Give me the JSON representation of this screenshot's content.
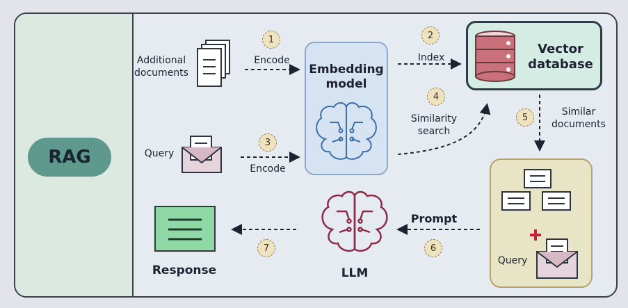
{
  "title": "RAG",
  "nodes": {
    "additional_documents": "Additional\ndocuments",
    "query_input": "Query",
    "embedding_model": "Embedding\nmodel",
    "vector_database": "Vector\ndatabase",
    "context_query": "Query",
    "llm": "LLM",
    "response": "Response"
  },
  "edges": {
    "encode_docs": "Encode",
    "index": "Index",
    "encode_query": "Encode",
    "similarity_search": "Similarity\nsearch",
    "similar_documents": "Similar\ndocuments",
    "prompt": "Prompt"
  },
  "steps": [
    "1",
    "2",
    "3",
    "4",
    "5",
    "6",
    "7"
  ],
  "colors": {
    "rag_pill": "#5f998e",
    "embedding_box": "#d6e3f3",
    "vector_box": "#d5ece4",
    "context_box": "#e7e5c6",
    "response_doc": "#8fd9a6",
    "llm_icon": "#8c2b48",
    "step_badge": "#efe3bf"
  }
}
